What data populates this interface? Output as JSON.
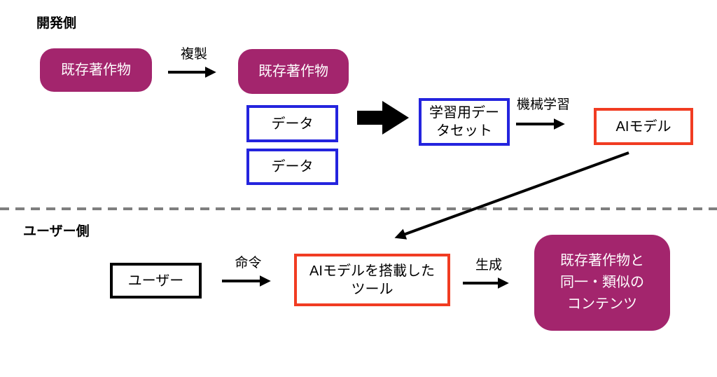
{
  "colors": {
    "magenta": "#A3256D",
    "blue": "#2424DE",
    "red": "#F13C22",
    "arrow_black": "#000000",
    "divider_gray": "#7F7F7F"
  },
  "developer": {
    "heading": "開発側",
    "existing_work_source": "既存著作物",
    "copy_arrow_label": "複製",
    "existing_work_copy": "既存著作物",
    "data_box_1": "データ",
    "data_box_2": "データ",
    "training_dataset_lines": [
      "学習用デー",
      "タセット"
    ],
    "machine_learning_arrow_label": "機械学習",
    "ai_model": "AIモデル"
  },
  "user": {
    "heading": "ユーザー側",
    "user_box": "ユーザー",
    "command_arrow_label": "命令",
    "ai_tool_lines": [
      "AIモデルを搭載した",
      "ツール"
    ],
    "generate_arrow_label": "生成",
    "output_content_lines": [
      "既存著作物と",
      "同一・類似の",
      "コンテンツ"
    ]
  }
}
